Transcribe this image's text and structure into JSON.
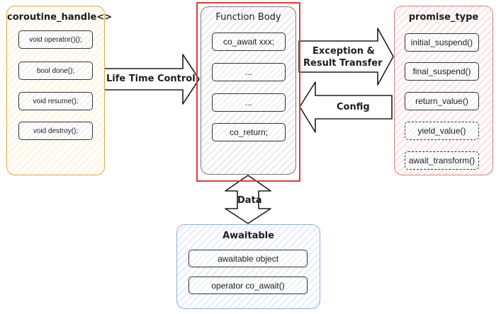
{
  "coroutine_handle": {
    "title": "coroutine_handle<>",
    "items": [
      "void operator()();",
      "bool done();",
      "void resume();",
      "void destroy();"
    ]
  },
  "function_body": {
    "title": "Function Body",
    "items": [
      "co_await xxx;",
      "...",
      "...",
      "co_return;"
    ]
  },
  "promise_type": {
    "title": "promise_type",
    "items": [
      "initial_suspend()",
      "final_suspend()",
      "return_value()",
      "yield_value()",
      "await_transform()"
    ]
  },
  "awaitable": {
    "title": "Awaitable",
    "items": [
      "awaitable object",
      "operator co_await()"
    ]
  },
  "arrows": {
    "life_time": "Life Time Control",
    "exception_line1": "Exception &",
    "exception_line2": "Result Transfer",
    "config": "Config",
    "data": "Data"
  },
  "colors": {
    "coroutine_border": "#e2a93b",
    "promise_border": "#e07d7d",
    "awaitable_border": "#8fb0d8",
    "highlight_border": "#e53935"
  }
}
